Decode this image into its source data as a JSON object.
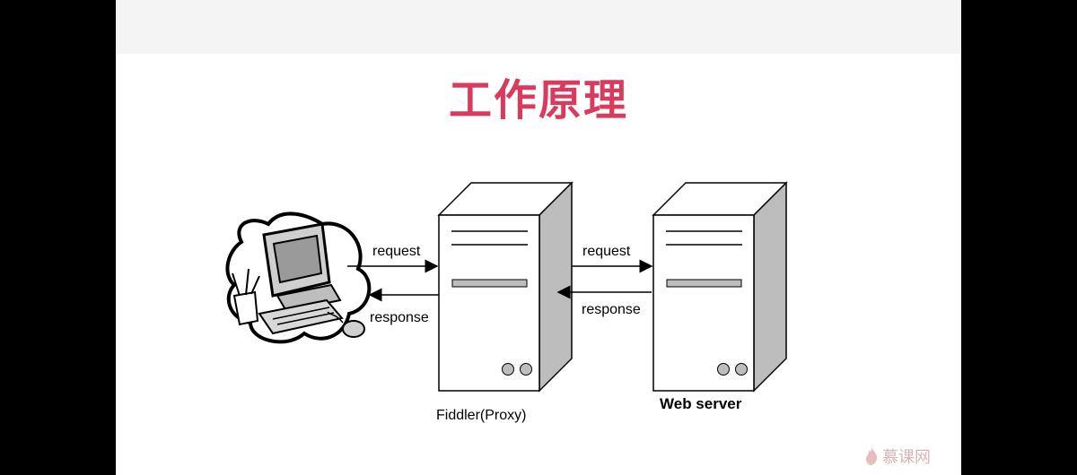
{
  "slide": {
    "title": "工作原理"
  },
  "diagram": {
    "labels": {
      "request_left": "request",
      "response_left": "response",
      "request_right": "request",
      "response_right": "response",
      "proxy": "Fiddler(Proxy)",
      "server": "Web server"
    }
  },
  "watermark": {
    "text": "慕课网"
  },
  "colors": {
    "title": "#d83b5c",
    "frame": "#000000"
  }
}
